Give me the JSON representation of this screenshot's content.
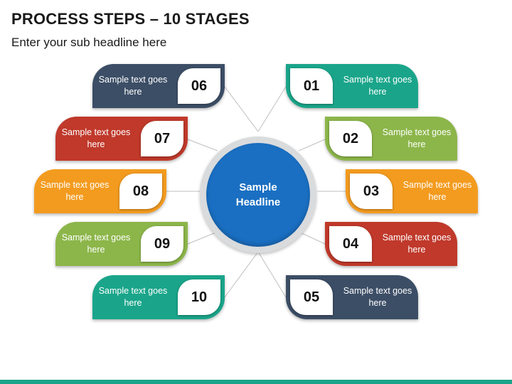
{
  "title": "PROCESS STEPS – 10 STAGES",
  "subtitle": "Enter your sub headline here",
  "center": {
    "label": "Sample Headline"
  },
  "steps": [
    {
      "number": "01",
      "text": "Sample text goes here",
      "color": "#1aa58a"
    },
    {
      "number": "02",
      "text": "Sample text goes here",
      "color": "#8cb64a"
    },
    {
      "number": "03",
      "text": "Sample text goes here",
      "color": "#f39b1f"
    },
    {
      "number": "04",
      "text": "Sample text goes here",
      "color": "#c0392b"
    },
    {
      "number": "05",
      "text": "Sample text goes here",
      "color": "#3c4e66"
    },
    {
      "number": "06",
      "text": "Sample text goes here",
      "color": "#3c4e66"
    },
    {
      "number": "07",
      "text": "Sample text goes here",
      "color": "#c0392b"
    },
    {
      "number": "08",
      "text": "Sample text goes here",
      "color": "#f39b1f"
    },
    {
      "number": "09",
      "text": "Sample text goes here",
      "color": "#8cb64a"
    },
    {
      "number": "10",
      "text": "Sample text goes here",
      "color": "#1aa58a"
    }
  ],
  "footer_color": "#1aa58a"
}
